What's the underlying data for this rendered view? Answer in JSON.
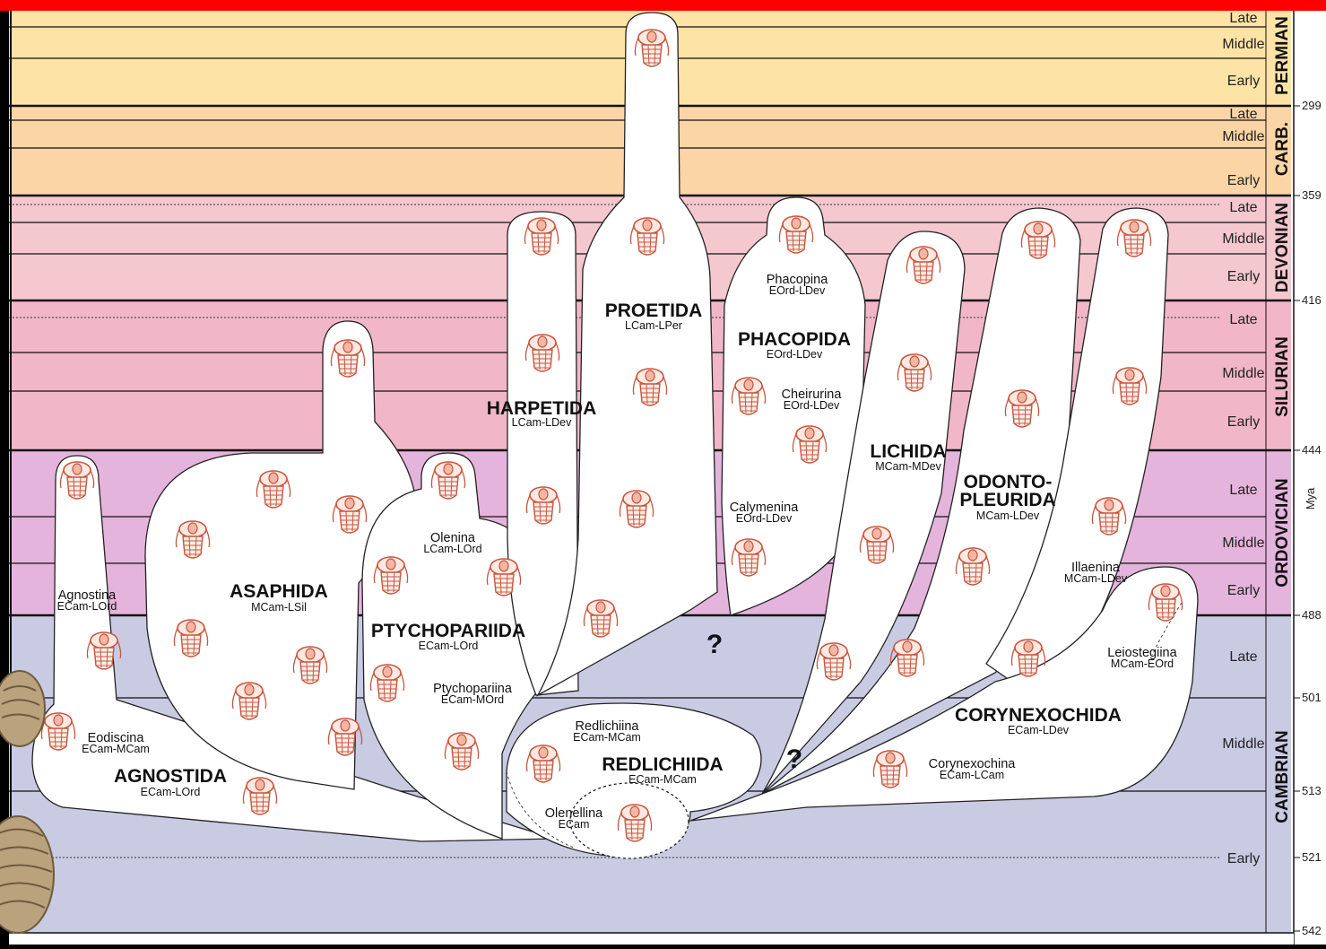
{
  "colors": {
    "red_bar": "#ff0000",
    "permian": "#fde3a6",
    "carboniferous": "#fbd5a6",
    "devonian": "#f5c7cf",
    "silurian": "#f1b7c9",
    "ordovician": "#e5b4dc",
    "cambrian": "#c9cbe3",
    "trilobite_outline": "#c8553d",
    "clade_fill": "#ffffff"
  },
  "periods": [
    {
      "name": "PERMIAN",
      "epochs": [
        "Late",
        "Middle",
        "Early"
      ]
    },
    {
      "name": "CARB.",
      "epochs": [
        "Late",
        "Middle",
        "Early"
      ]
    },
    {
      "name": "DEVONIAN",
      "epochs": [
        "Late",
        "Middle",
        "Early"
      ]
    },
    {
      "name": "SILURIAN",
      "epochs": [
        "Late",
        "Middle",
        "Early"
      ]
    },
    {
      "name": "ORDOVICIAN",
      "epochs": [
        "Late",
        "Middle",
        "Early"
      ]
    },
    {
      "name": "CAMBRIAN",
      "epochs": [
        "Late",
        "Middle",
        "Early"
      ]
    }
  ],
  "mya_unit": "Mya",
  "mya_ticks": [
    "299",
    "359",
    "416",
    "444",
    "488",
    "501",
    "513",
    "521",
    "542"
  ],
  "orders": [
    {
      "name": "AGNOSTIDA",
      "range": "ECam-LOrd"
    },
    {
      "name": "ASAPHIDA",
      "range": "MCam-LSil"
    },
    {
      "name": "PTYCHOPARIIDA",
      "range": "ECam-LOrd"
    },
    {
      "name": "HARPETIDA",
      "range": "LCam-LDev"
    },
    {
      "name": "PROETIDA",
      "range": "LCam-LPer"
    },
    {
      "name": "PHACOPIDA",
      "range": "EOrd-LDev"
    },
    {
      "name": "LICHIDA",
      "range": "MCam-MDev"
    },
    {
      "name": "ODONTO-",
      "name2": "PLEURIDA",
      "range": "MCam-LDev"
    },
    {
      "name": "CORYNEXOCHIDA",
      "range": "ECam-LDev"
    },
    {
      "name": "REDLICHIIDA",
      "range": "ECam-MCam"
    }
  ],
  "suborders": [
    {
      "name": "Agnostina",
      "range": "ECam-LOrd"
    },
    {
      "name": "Eodiscina",
      "range": "ECam-MCam"
    },
    {
      "name": "Olenina",
      "range": "LCam-LOrd"
    },
    {
      "name": "Ptychopariina",
      "range": "ECam-MOrd"
    },
    {
      "name": "Phacopina",
      "range": "EOrd-LDev"
    },
    {
      "name": "Cheirurina",
      "range": "EOrd-LDev"
    },
    {
      "name": "Calymenina",
      "range": "EOrd-LDev"
    },
    {
      "name": "Illaenina",
      "range": "MCam-LDev"
    },
    {
      "name": "Leiostegiina",
      "range": "MCam-EOrd"
    },
    {
      "name": "Corynexochina",
      "range": "ECam-LCam"
    },
    {
      "name": "Redlichiina",
      "range": "ECam-MCam"
    },
    {
      "name": "Olenellina",
      "range": "ECam"
    }
  ],
  "uncertainty_marks": [
    "?",
    "?"
  ]
}
